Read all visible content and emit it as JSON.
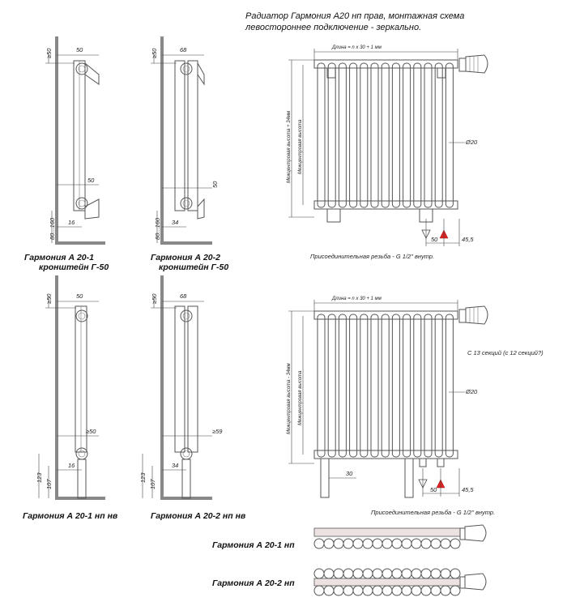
{
  "title_line1": "Радиатор Гармония А20 нп прав, монтажная схема",
  "title_line2": "левостороннее подключение - зеркально.",
  "views": {
    "a201": {
      "name": "Гармония  А 20-1",
      "bracket": "кронштейн Г-50",
      "d_top": "≥50",
      "d_w": "50",
      "d_mid": "50",
      "d_16": "16",
      "d_floor": "80...160"
    },
    "a202": {
      "name": "Гармония  А 20-2",
      "bracket": "кронштейн Г-50",
      "d_top": "≥50",
      "d_w": "68",
      "d_mid": "50",
      "d_34": "34",
      "d_floor": "80...160"
    },
    "a201nv": {
      "name": "Гармония  А 20-1 нп нв",
      "d_top": "≥50",
      "d_w": "50",
      "d_mid": "≥50",
      "d_16": "16",
      "d_123": "123",
      "d_107": "107"
    },
    "a202nv": {
      "name": "Гармония  А 20-2 нп нв",
      "d_top": "≥50",
      "d_w": "68",
      "d_mid": "≥59",
      "d_34": "34",
      "d_123": "123",
      "d_107": "107"
    }
  },
  "front1": {
    "length": "Длина = n x 30 + 1 мм",
    "height_total": "Межцентровая высота + 34мм",
    "height_center": "Межцентровая высота",
    "dia": "Ø20",
    "d50": "50",
    "d455": "45,5",
    "thread": "Присоединительная резьба - G 1/2\" внутр."
  },
  "front2": {
    "length": "Длина = n x 30 + 1 мм",
    "height_total": "Межцентровая высота - 34мм",
    "height_center": "Межцентровая высота",
    "sections": "С 13 секций (с 12 секций?)",
    "dia": "Ø20",
    "d30": "30",
    "d50": "50",
    "d455": "45,5",
    "thread": "Присоединительная резьба - G 1/2\" внутр."
  },
  "top_views": [
    {
      "name": "Гармония  А 20-1 нп"
    },
    {
      "name": "Гармония  А 20-2 нп"
    }
  ],
  "colors": {
    "arrow_in": "#dd2222",
    "line": "#555555"
  }
}
